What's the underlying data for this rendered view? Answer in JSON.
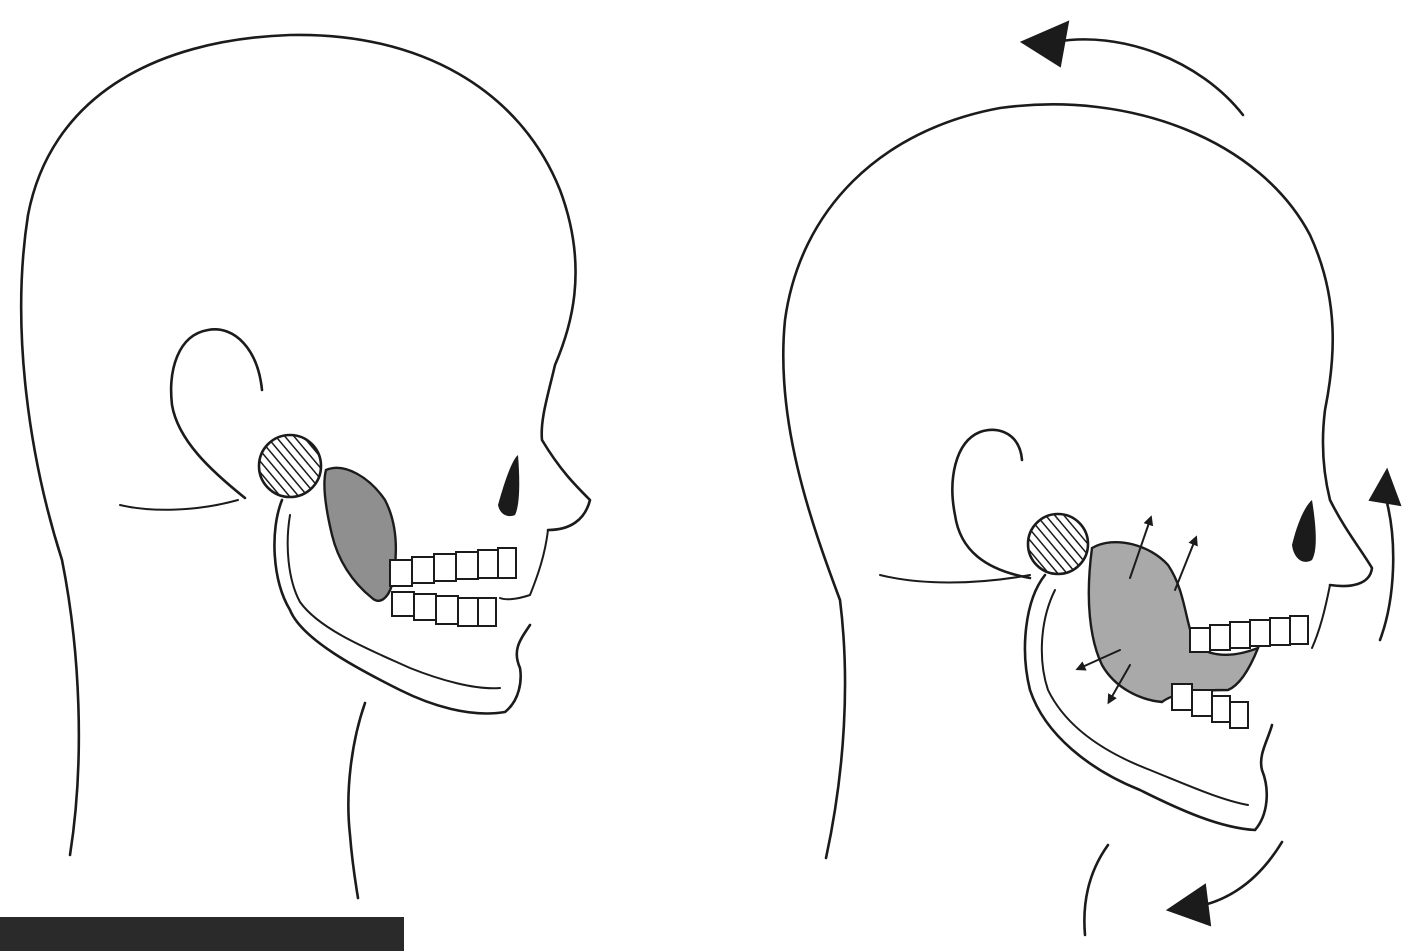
{
  "figure": {
    "panels": [
      {
        "name": "head-closed-jaw",
        "state": "closed"
      },
      {
        "name": "head-open-jaw",
        "state": "open"
      }
    ],
    "colors": {
      "ink": "#1b1b1b",
      "muscle": "#8f8f8f",
      "muscle_light": "#a9a9a9",
      "bar": "#2a2a2a",
      "background": "#ffffff"
    },
    "icons": [
      "rotation-arrow-icon",
      "muscle-stretch-arrow-icon",
      "hatched-joint-icon"
    ]
  }
}
